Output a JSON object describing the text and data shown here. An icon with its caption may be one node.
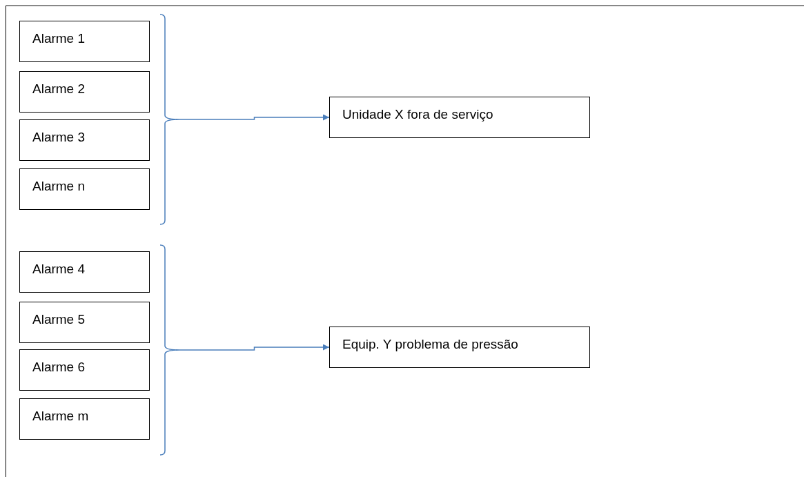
{
  "diagram": {
    "nodes": [
      {
        "text": [
          "Alarme 1"
        ]
      },
      {
        "text": [
          "Alarme 2"
        ]
      },
      {
        "text": [
          "Alarme 3"
        ]
      },
      {
        "text": [
          "Alarme n"
        ]
      },
      {
        "text": [],
        "shape": "brace"
      },
      {
        "text": [
          "Unidade X fora de serviço"
        ]
      },
      {
        "text": [
          "Alarme 4"
        ]
      },
      {
        "text": [
          "Alarme 5"
        ]
      },
      {
        "text": [
          "Alarme 6"
        ]
      },
      {
        "text": [
          "Alarme m"
        ]
      },
      {
        "text": [],
        "shape": "brace"
      },
      {
        "text": [
          "Equip. Y problema de pressão"
        ]
      }
    ],
    "edges": [
      {
        "from": 4,
        "to": 5,
        "arrow": "to"
      },
      {
        "from": 10,
        "to": 11,
        "arrow": "to"
      }
    ]
  }
}
